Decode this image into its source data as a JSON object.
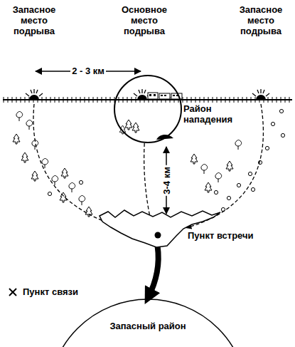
{
  "diagram": {
    "nodes": [
      {
        "text": [
          "Запасное место подрыва"
        ]
      },
      {
        "text": [
          "Район нападения"
        ]
      },
      {
        "text": [
          "Запасное место подрыва"
        ]
      },
      {
        "text": [
          "Пункт встречи"
        ]
      },
      {
        "text": [
          "Запасный район"
        ]
      }
    ],
    "edges": [
      {
        "from": 0,
        "to": 3,
        "arrow": "to"
      },
      {
        "from": 1,
        "to": 3,
        "arrow": "to"
      },
      {
        "from": 2,
        "to": 3,
        "arrow": "to"
      },
      {
        "from": 3,
        "to": 4,
        "arrow": "to"
      }
    ],
    "labels": [
      "Основное место подрыва",
      "2 - 3 км",
      "3-4 км"
    ],
    "legend": [
      {
        "text": "Пункт связи"
      }
    ]
  }
}
